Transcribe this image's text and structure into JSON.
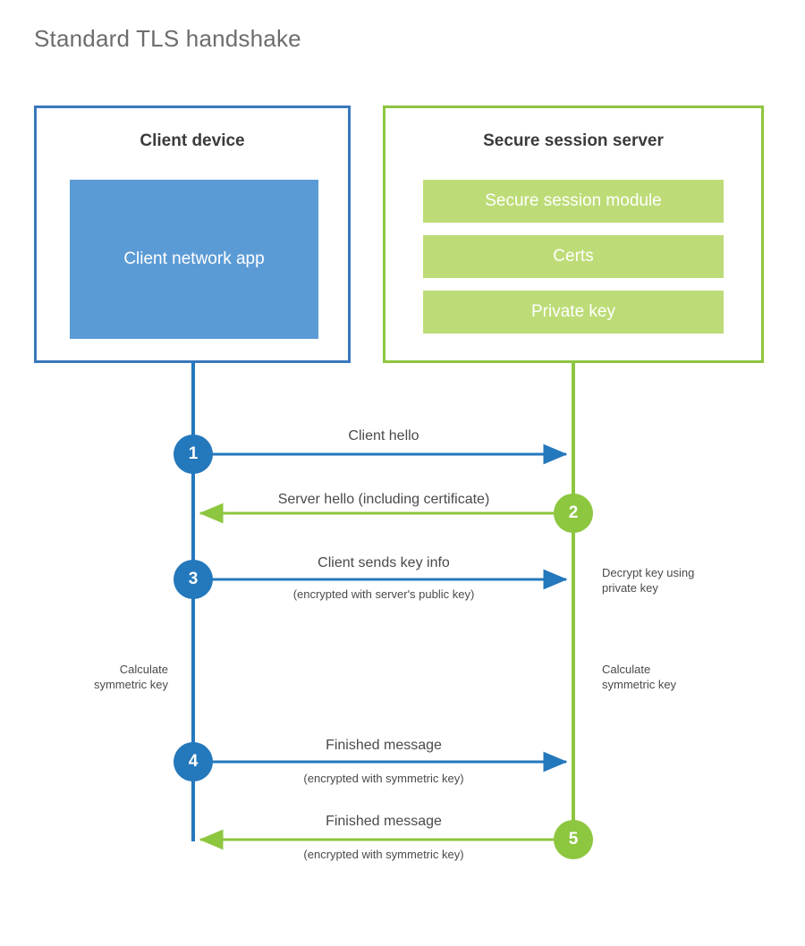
{
  "title": "Standard TLS handshake",
  "colors": {
    "client_border": "#3878bc",
    "client_fill": "#5b9bd5",
    "client_accent": "#2478bc",
    "server_border": "#8dc63f",
    "server_fill": "#bddc77",
    "server_accent": "#8dc63f",
    "title_text": "#6d6d6d",
    "body_text": "#4a4a4a"
  },
  "client": {
    "title": "Client device",
    "app_label": "Client network app"
  },
  "server": {
    "title": "Secure session server",
    "components": [
      {
        "label": "Secure session module"
      },
      {
        "label": "Certs"
      },
      {
        "label": "Private key"
      }
    ]
  },
  "steps": [
    {
      "number": "1",
      "label": "Client hello",
      "sub": "",
      "direction": "client-to-server",
      "color": "blue"
    },
    {
      "number": "2",
      "label": "Server hello (including certificate)",
      "sub": "",
      "direction": "server-to-client",
      "color": "green"
    },
    {
      "number": "3",
      "label": "Client sends key info",
      "sub": "(encrypted with server's public key)",
      "direction": "client-to-server",
      "color": "blue"
    },
    {
      "number": "4",
      "label": "Finished message",
      "sub": "(encrypted with symmetric key)",
      "direction": "client-to-server",
      "color": "blue"
    },
    {
      "number": "5",
      "label": "Finished message",
      "sub": "(encrypted with symmetric key)",
      "direction": "server-to-client",
      "color": "green"
    }
  ],
  "notes": {
    "decrypt_key": "Decrypt key using\nprivate key",
    "calc_key_client": "Calculate\nsymmetric key",
    "calc_key_server": "Calculate\nsymmetric key"
  }
}
